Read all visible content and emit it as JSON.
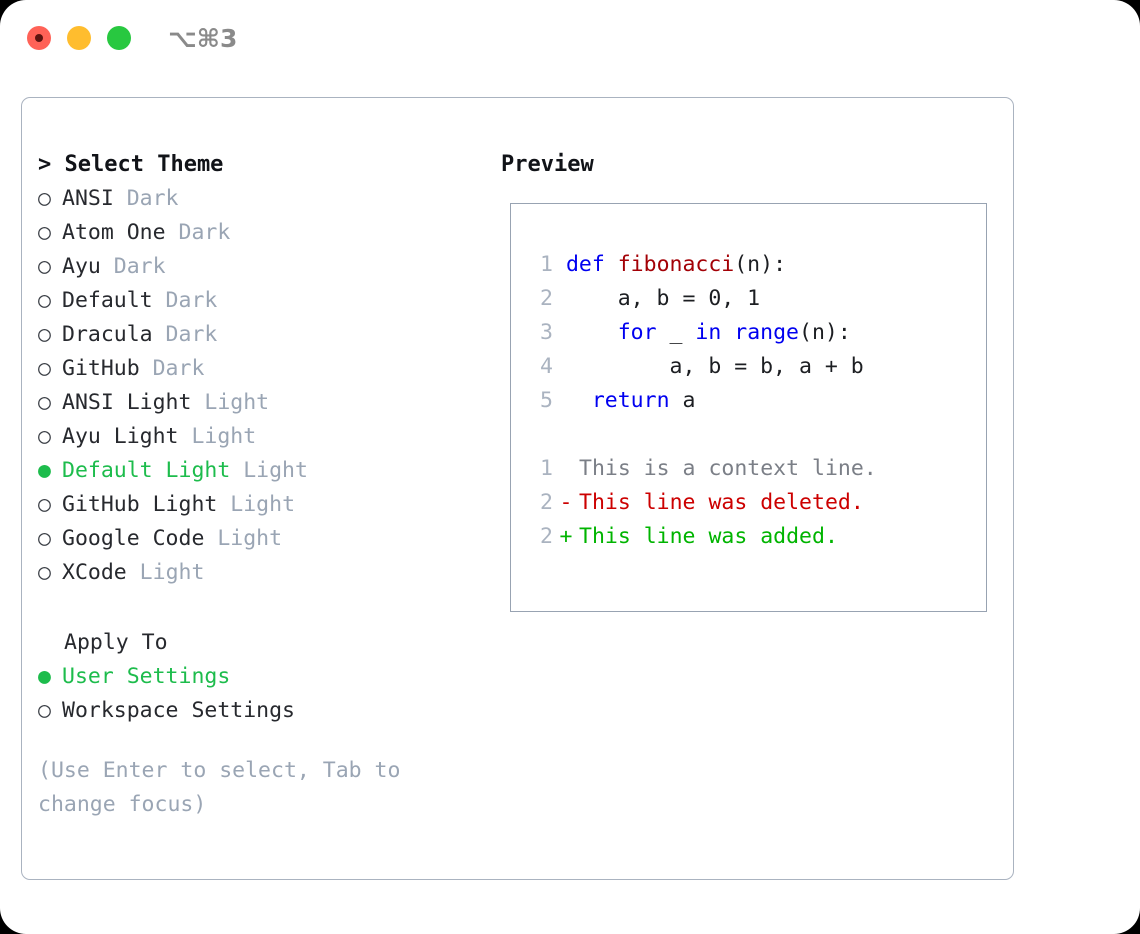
{
  "titlebar": {
    "shortcut": "⌥⌘3",
    "buttons": [
      {
        "name": "close",
        "color": "#ff6257"
      },
      {
        "name": "minimize",
        "color": "#ffbd2e"
      },
      {
        "name": "maximize",
        "color": "#28c840"
      }
    ]
  },
  "theme_list": {
    "header": "> Select Theme",
    "items": [
      {
        "marker": "○",
        "name": "ANSI",
        "tag": "Dark",
        "selected": false
      },
      {
        "marker": "○",
        "name": "Atom One",
        "tag": "Dark",
        "selected": false
      },
      {
        "marker": "○",
        "name": "Ayu",
        "tag": "Dark",
        "selected": false
      },
      {
        "marker": "○",
        "name": "Default",
        "tag": "Dark",
        "selected": false
      },
      {
        "marker": "○",
        "name": "Dracula",
        "tag": "Dark",
        "selected": false
      },
      {
        "marker": "○",
        "name": "GitHub",
        "tag": "Dark",
        "selected": false
      },
      {
        "marker": "○",
        "name": "ANSI Light",
        "tag": "Light",
        "selected": false
      },
      {
        "marker": "○",
        "name": "Ayu Light",
        "tag": "Light",
        "selected": false
      },
      {
        "marker": "●",
        "name": "Default Light",
        "tag": "Light",
        "selected": true
      },
      {
        "marker": "○",
        "name": "GitHub Light",
        "tag": "Light",
        "selected": false
      },
      {
        "marker": "○",
        "name": "Google Code",
        "tag": "Light",
        "selected": false
      },
      {
        "marker": "○",
        "name": "XCode",
        "tag": "Light",
        "selected": false
      }
    ]
  },
  "apply_to": {
    "title": "Apply To",
    "options": [
      {
        "marker": "●",
        "label": "User Settings",
        "selected": true
      },
      {
        "marker": "○",
        "label": "Workspace Settings",
        "selected": false
      }
    ]
  },
  "hint": "(Use Enter to select, Tab to change focus)",
  "preview": {
    "title": "Preview",
    "code_lines": [
      {
        "num": "1",
        "segments": [
          {
            "t": "def ",
            "c": "kw"
          },
          {
            "t": "fibonacci",
            "c": "fn"
          },
          {
            "t": "(n):",
            "c": "code-text"
          }
        ]
      },
      {
        "num": "2",
        "segments": [
          {
            "t": "    a, b = 0, 1",
            "c": "code-text"
          }
        ]
      },
      {
        "num": "3",
        "segments": [
          {
            "t": "    ",
            "c": "code-text"
          },
          {
            "t": "for",
            "c": "kw"
          },
          {
            "t": " _ ",
            "c": "code-text"
          },
          {
            "t": "in",
            "c": "kw"
          },
          {
            "t": " ",
            "c": "code-text"
          },
          {
            "t": "range",
            "c": "kw"
          },
          {
            "t": "(n):",
            "c": "code-text"
          }
        ]
      },
      {
        "num": "4",
        "segments": [
          {
            "t": "        a, b = b, a + b",
            "c": "code-text"
          }
        ]
      },
      {
        "num": "5",
        "segments": [
          {
            "t": "  ",
            "c": "code-text"
          },
          {
            "t": "return",
            "c": "kw"
          },
          {
            "t": " a",
            "c": "code-text"
          }
        ]
      }
    ],
    "diff_lines": [
      {
        "num": "1",
        "prefix": " ",
        "text": "This is a context line.",
        "kind": "d-ctx"
      },
      {
        "num": "2",
        "prefix": "-",
        "text": "This line was deleted.",
        "kind": "d-del"
      },
      {
        "num": "2",
        "prefix": "+",
        "text": "This line was added.",
        "kind": "d-add"
      }
    ]
  },
  "colors": {
    "selected_green": "#1dbc4c",
    "muted_gray": "#9aa5b4",
    "keyword_blue": "#0000f0",
    "function_red": "#a30006",
    "diff_added": "#00b400",
    "diff_deleted": "#cc0000",
    "border": "#aab3c0"
  }
}
